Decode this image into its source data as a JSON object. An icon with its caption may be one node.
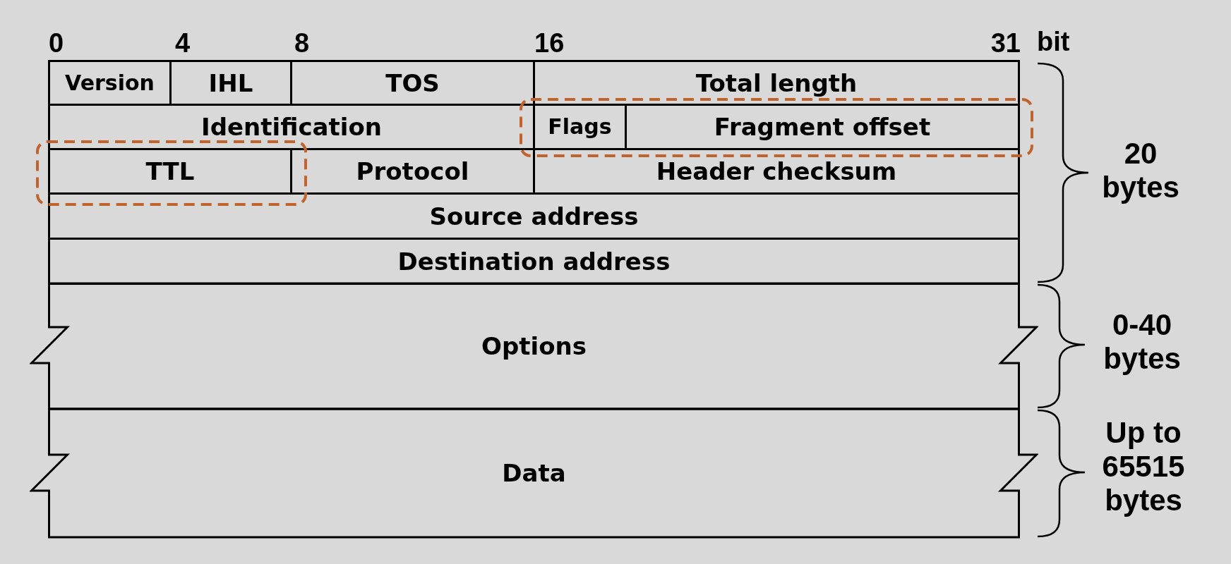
{
  "diagram": {
    "nodes": [
      {
        "text": [
          "Version"
        ]
      },
      {
        "text": [
          "IHL"
        ]
      },
      {
        "text": [
          "TOS"
        ]
      },
      {
        "text": [
          "Total length"
        ]
      },
      {
        "text": [
          "Identification"
        ]
      },
      {
        "text": [],
        "shape": "box"
      },
      {
        "text": [
          "Flags"
        ],
        "in": 5
      },
      {
        "text": [
          "Fragment offset"
        ],
        "in": 5
      },
      {
        "text": [],
        "shape": "box"
      },
      {
        "text": [
          "TTL"
        ],
        "in": 8
      },
      {
        "text": [
          "Protocol"
        ]
      },
      {
        "text": [
          "Header checksum"
        ]
      },
      {
        "text": [
          "Source address"
        ]
      },
      {
        "text": [
          "Destination address"
        ]
      },
      {
        "text": [
          "Options"
        ]
      },
      {
        "text": [
          "Data"
        ]
      }
    ],
    "labels": [
      "0",
      "4",
      "8",
      "16",
      "31",
      "bit",
      "20 bytes",
      "0-40 bytes",
      "Up to 65515 bytes"
    ]
  }
}
